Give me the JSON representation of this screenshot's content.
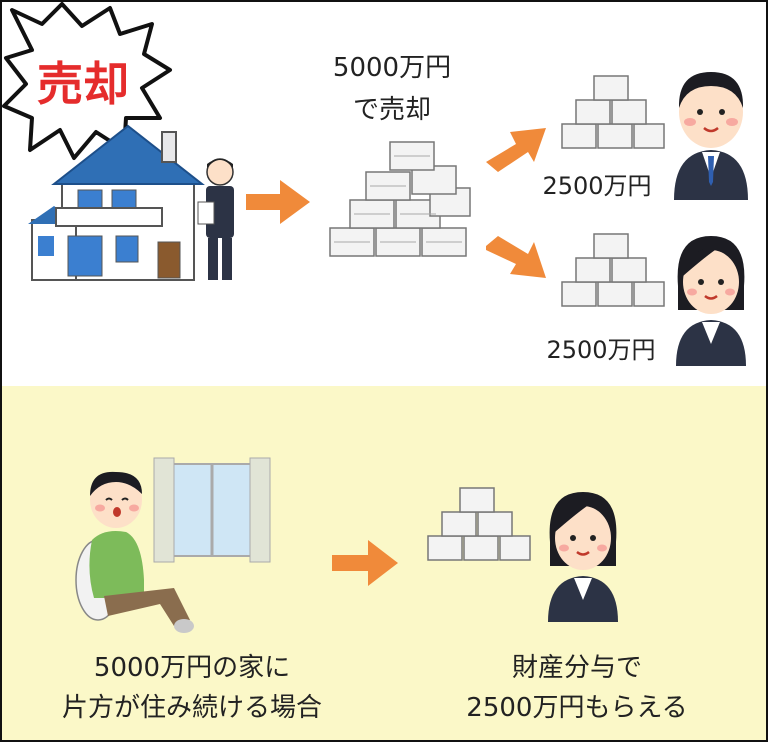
{
  "colors": {
    "bottom_background": "#fbf8c8",
    "arrow": "#f08a3a",
    "burst_text": "#e52c2c",
    "roof": "#2f6fb5",
    "suit": "#2c3345",
    "shirt_green": "#7dbb5a",
    "pants_brown": "#8a6d4e",
    "skin": "#fde0c8"
  },
  "top": {
    "burst_label": "売却",
    "sale_line1": "5000万円",
    "sale_line2": "で売却",
    "man_share": "2500万円",
    "woman_share": "2500万円"
  },
  "bottom": {
    "left_line1": "5000万円の家に",
    "left_line2": "片方が住み続ける場合",
    "right_line1": "財産分与で",
    "right_line2": "2500万円もらえる"
  },
  "icons": [
    "sale-burst-icon",
    "house-icon",
    "agent-icon",
    "money-stack-icon",
    "arrow-right-icon",
    "businessman-icon",
    "businesswoman-icon",
    "sitting-man-icon",
    "window-icon"
  ]
}
